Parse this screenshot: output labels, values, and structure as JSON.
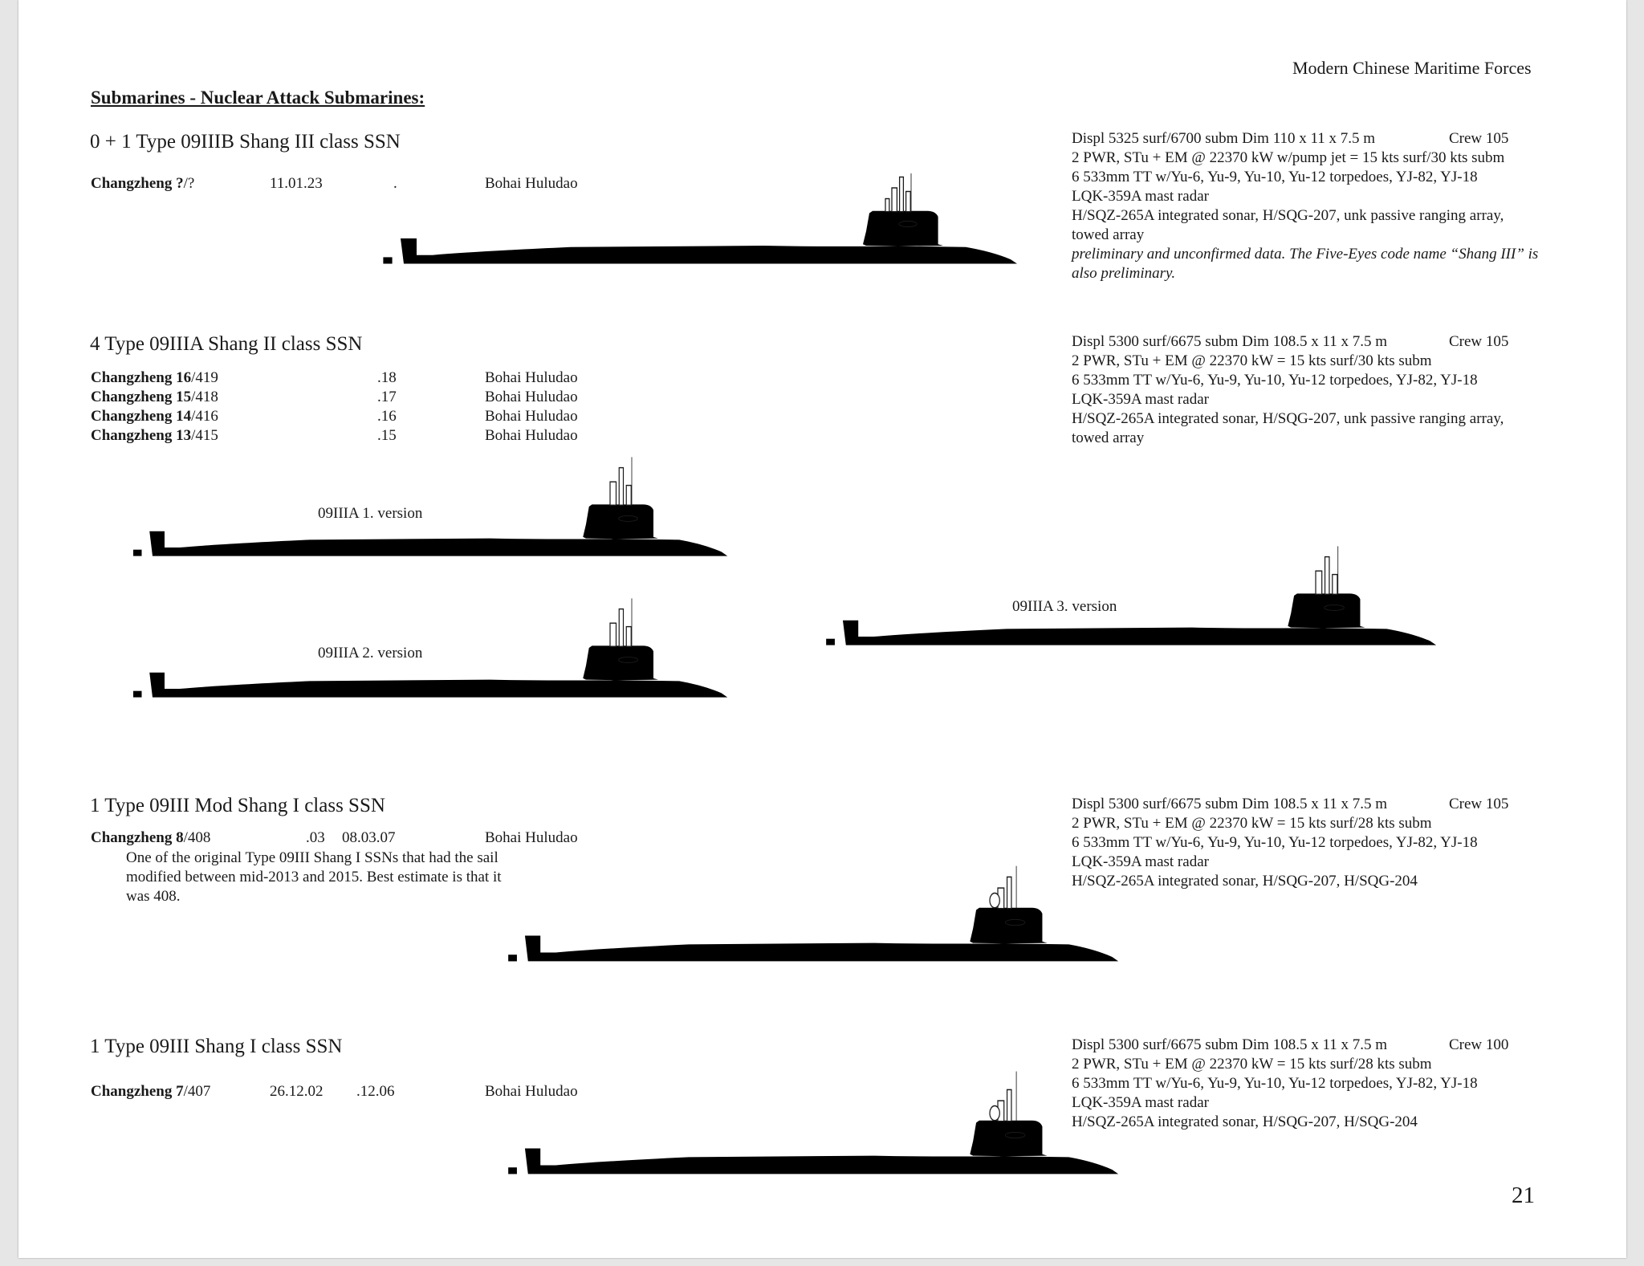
{
  "header": {
    "title": "Modern Chinese Maritime Forces"
  },
  "section_title": "Submarines - Nuclear Attack Submarines:",
  "classes": [
    {
      "title": "0 + 1 Type 09IIIB Shang III class SSN",
      "boats": [
        {
          "name": "Changzheng ?",
          "pennant": "/?",
          "c1": "11.01.23",
          "c2": ".",
          "yard": "Bohai Huludao"
        }
      ],
      "specs": {
        "line1": "Displ 5325 surf/6700 subm Dim 110 x 11 x 7.5 m",
        "crew": "Crew 105",
        "lines": [
          "2 PWR, STu + EM @ 22370 kW w/pump jet  = 15 kts surf/30 kts subm",
          "6 533mm TT  w/Yu-6, Yu-9, Yu-10, Yu-12 torpedoes, YJ-82, YJ-18",
          "LQK-359A mast radar",
          "H/SQZ-265A integrated sonar, H/SQG-207, unk passive ranging array,",
          "towed array"
        ],
        "note": "preliminary and unconfirmed data. The Five-Eyes code name “Shang III” is also preliminary."
      }
    },
    {
      "title": "4 Type 09IIIA Shang II class SSN",
      "boats": [
        {
          "name": "Changzheng 16",
          "pennant": "/419",
          "c1": ".18",
          "yard": "Bohai Huludao"
        },
        {
          "name": "Changzheng 15",
          "pennant": "/418",
          "c1": ".17",
          "yard": "Bohai Huludao"
        },
        {
          "name": "Changzheng 14",
          "pennant": "/416",
          "c1": ".16",
          "yard": "Bohai Huludao"
        },
        {
          "name": "Changzheng 13",
          "pennant": "/415",
          "c1": ".15",
          "yard": "Bohai Huludao"
        }
      ],
      "specs": {
        "line1": "Displ 5300 surf/6675 subm Dim 108.5 x 11 x 7.5 m",
        "crew": "Crew 105",
        "lines": [
          "2 PWR, STu + EM @ 22370 kW = 15 kts surf/30 kts subm",
          "6 533mm TT  w/Yu-6, Yu-9, Yu-10, Yu-12 torpedoes, YJ-82, YJ-18",
          "LQK-359A mast radar",
          "H/SQZ-265A integrated sonar, H/SQG-207, unk passive ranging array,",
          "towed array"
        ]
      },
      "versions": [
        "09IIIA 1. version",
        "09IIIA 2. version",
        "09IIIA 3. version"
      ]
    },
    {
      "title": "1 Type 09III Mod Shang I class SSN",
      "boats": [
        {
          "name": "Changzheng 8",
          "pennant": "/408",
          "c1": ".03",
          "c2": "08.03.07",
          "yard": "Bohai Huludao"
        }
      ],
      "note": "One of the original Type 09III Shang I SSNs that had the sail modified between mid-2013 and 2015. Best estimate is that it was 408.",
      "specs": {
        "line1": "Displ 5300 surf/6675 subm Dim 108.5 x 11 x 7.5 m",
        "crew": "Crew 105",
        "lines": [
          "2 PWR, STu + EM @ 22370 kW = 15 kts surf/28 kts subm",
          "6 533mm TT  w/Yu-6, Yu-9, Yu-10, Yu-12 torpedoes, YJ-82, YJ-18",
          "LQK-359A mast radar",
          "H/SQZ-265A integrated sonar, H/SQG-207, H/SQG-204"
        ]
      }
    },
    {
      "title": "1 Type 09III Shang I class SSN",
      "boats": [
        {
          "name": "Changzheng 7",
          "pennant": "/407",
          "c1": "26.12.02",
          "c2": ".12.06",
          "yard": "Bohai Huludao"
        }
      ],
      "specs": {
        "line1": "Displ 5300 surf/6675 subm Dim 108.5 x 11 x 7.5 m",
        "crew": "Crew 100",
        "lines": [
          "2 PWR, STu + EM @ 22370 kW = 15 kts surf/28 kts subm",
          "6 533mm TT  w/Yu-6, Yu-9, Yu-10, Yu-12 torpedoes, YJ-82, YJ-18",
          "LQK-359A mast radar",
          "H/SQZ-265A integrated sonar, H/SQG-207, H/SQG-204"
        ]
      }
    }
  ],
  "page_number": "21"
}
